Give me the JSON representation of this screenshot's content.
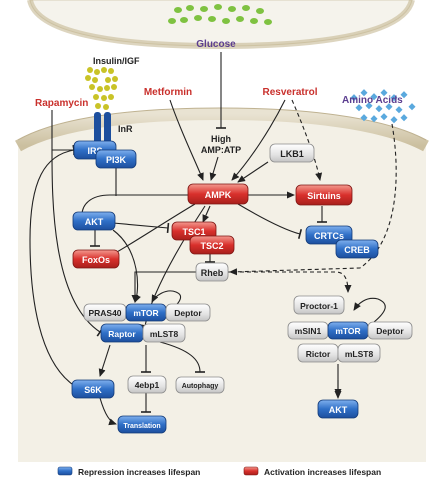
{
  "colors": {
    "repression_blue": "#2f6fc7",
    "activation_red": "#d9302c",
    "neutral_gray": "#dcdcdc",
    "drug_red": "#c9302c",
    "cell_bg": "#f2efe4",
    "membrane": "#cfc6ad",
    "glucose": "#7fc241",
    "amino_acid": "#5aa9de",
    "insulin": "#c9c327"
  },
  "labels": {
    "glucose": "Glucose",
    "insulin_igf": "Insulin/IGF",
    "metformin": "Metformin",
    "resveratrol": "Resveratrol",
    "rapamycin": "Rapamycin",
    "amino_acids": "Amino Acids",
    "inr": "InR",
    "high_amp_atp_line1": "High",
    "high_amp_atp_line2": "AMP:ATP"
  },
  "nodes": {
    "irs": "IRS",
    "pi3k": "PI3K",
    "lkb1": "LKB1",
    "ampk": "AMPK",
    "sirtuins": "Sirtuins",
    "akt": "AKT",
    "tsc1": "TSC1",
    "tsc2": "TSC2",
    "crtcs": "CRTCs",
    "creb": "CREB",
    "foxos": "FoxOs",
    "rheb": "Rheb",
    "pras40": "PRAS40",
    "mtor1": "mTOR",
    "deptor1": "Deptor",
    "raptor": "Raptor",
    "mlst8_1": "mLST8",
    "s6k": "S6K",
    "ebp1": "4ebp1",
    "autophagy": "Autophagy",
    "translation": "Translation",
    "proctor": "Proctor-1",
    "msin1": "mSIN1",
    "mtor2": "mTOR",
    "deptor2": "Deptor",
    "rictor": "Rictor",
    "mlst8_2": "mLST8",
    "akt2": "AKT"
  },
  "legend": {
    "repression": "Repression increases lifespan",
    "activation": "Activation increases lifespan"
  }
}
